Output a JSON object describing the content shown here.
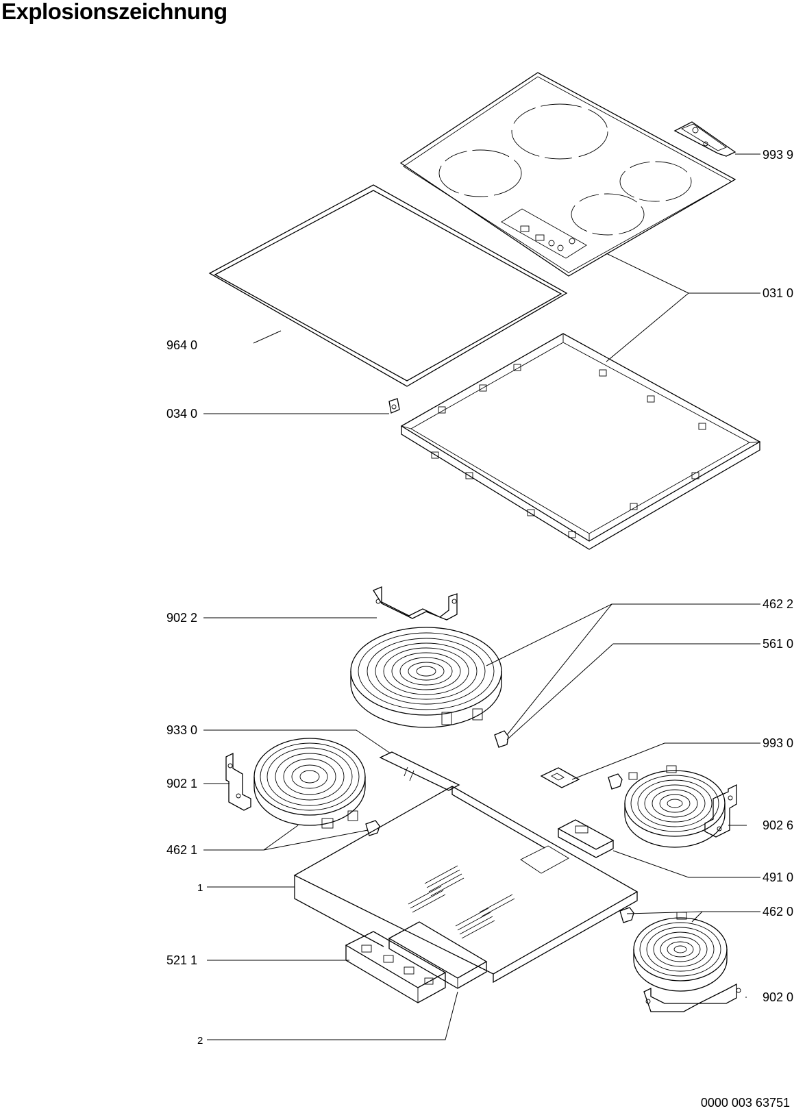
{
  "title": "Explosionszeichnung",
  "document_number": "0000 003 63751",
  "part_labels": {
    "p9939": "993 9",
    "p0310": "031 0",
    "p9640": "964 0",
    "p0340": "034 0",
    "p9022": "902 2",
    "p4622": "462 2",
    "p5610": "561 0",
    "p9330": "933 0",
    "p9930": "993 0",
    "p9021": "902 1",
    "p9026": "902 6",
    "p4621": "462 1",
    "p4910": "491 0",
    "p1": "1",
    "p4620": "462 0",
    "p5211": "521 1",
    "p9020": "902 0",
    "p2": "2"
  }
}
